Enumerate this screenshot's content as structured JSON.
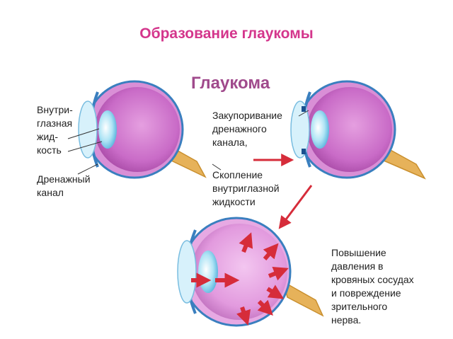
{
  "title": "Образование глаукомы",
  "subtitle": "Глаукома",
  "labels": {
    "intraocular_fluid": [
      "Внутри-",
      "глазная",
      "жид-",
      "кость"
    ],
    "drainage_canal": [
      "Дренажный",
      "канал"
    ],
    "blockage": [
      "Закупоривание",
      "дренажного",
      "канала,"
    ],
    "accumulation": [
      "Скопление",
      "внутриглазной",
      "жидкости"
    ],
    "pressure": [
      "Повышение",
      "давления в",
      "кровяных сосудах",
      "и повреждение",
      "зрительного",
      "нерва."
    ]
  },
  "colors": {
    "title": "#d4368c",
    "subtitle": "#a04a8c",
    "eye_inner": "#c96bc7",
    "eye_rim": "#3a7fbf",
    "nerve": "#e6b25a",
    "arrow": "#d62c3a",
    "lens": "#aee4f5"
  },
  "icons": [
    "eye-normal-illustration",
    "eye-blocked-illustration",
    "eye-glaucoma-illustration",
    "red-arrow-icon"
  ]
}
